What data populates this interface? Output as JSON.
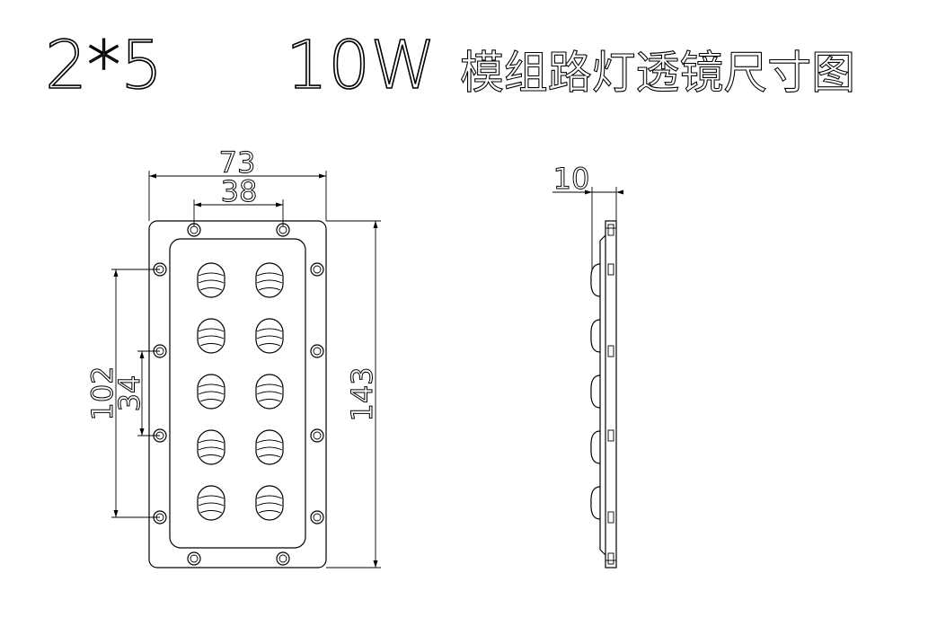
{
  "title": {
    "model": "2*5",
    "power": "10W",
    "description": "模组路灯透镜尺寸图"
  },
  "front_view": {
    "lens_rows": 5,
    "lens_cols": 2,
    "dim_width": "73",
    "dim_hole_spacing": "38",
    "dim_height": "143",
    "dim_side_hole_span": "102",
    "dim_side_hole_pitch": "34"
  },
  "side_view": {
    "dim_thickness": "10"
  },
  "colors": {
    "line": "#000000",
    "background": "#ffffff"
  }
}
